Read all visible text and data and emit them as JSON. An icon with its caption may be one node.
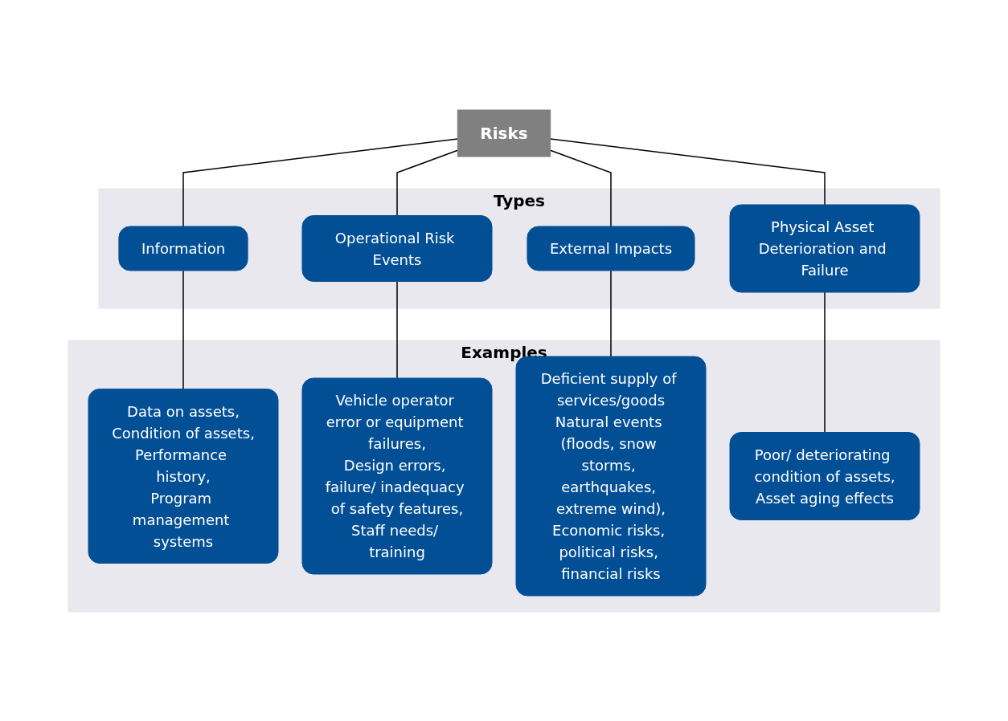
{
  "diagram": {
    "nodes": [
      {
        "text": [
          "Risks"
        ]
      },
      {
        "text": [
          "Types"
        ]
      },
      {
        "text": [
          "Information"
        ],
        "in": 1
      },
      {
        "text": [
          "Operational Risk Events"
        ],
        "in": 1
      },
      {
        "text": [
          "External Impacts"
        ],
        "in": 1
      },
      {
        "text": [
          "Physical Asset Deterioration and Failure"
        ],
        "in": 1
      },
      {
        "text": [
          "Examples"
        ]
      },
      {
        "text": [
          "Data on assets,",
          "Condition of assets,",
          "Performance history,",
          "Program management systems"
        ],
        "in": 6
      },
      {
        "text": [
          "Vehicle operator error or equipment failures,",
          "Design errors, failure/ inadequacy of safety features,",
          "Staff needs/ training"
        ],
        "in": 6
      },
      {
        "text": [
          "Deficient supply of services/goods",
          "Natural events (floods, snow storms, earthquakes, extreme wind),",
          "Economic risks, political risks, financial risks"
        ],
        "in": 6
      },
      {
        "text": [
          "Poor/ deteriorating condition of assets,",
          "Asset aging effects"
        ],
        "in": 6
      }
    ],
    "edges": [
      {
        "from": 0,
        "to": 2,
        "arrow": "none"
      },
      {
        "from": 0,
        "to": 3,
        "arrow": "none"
      },
      {
        "from": 0,
        "to": 4,
        "arrow": "none"
      },
      {
        "from": 0,
        "to": 5,
        "arrow": "none"
      },
      {
        "from": 2,
        "to": 7,
        "arrow": "none"
      },
      {
        "from": 3,
        "to": 8,
        "arrow": "none"
      },
      {
        "from": 4,
        "to": 9,
        "arrow": "none"
      },
      {
        "from": 5,
        "to": 10,
        "arrow": "none"
      }
    ]
  }
}
